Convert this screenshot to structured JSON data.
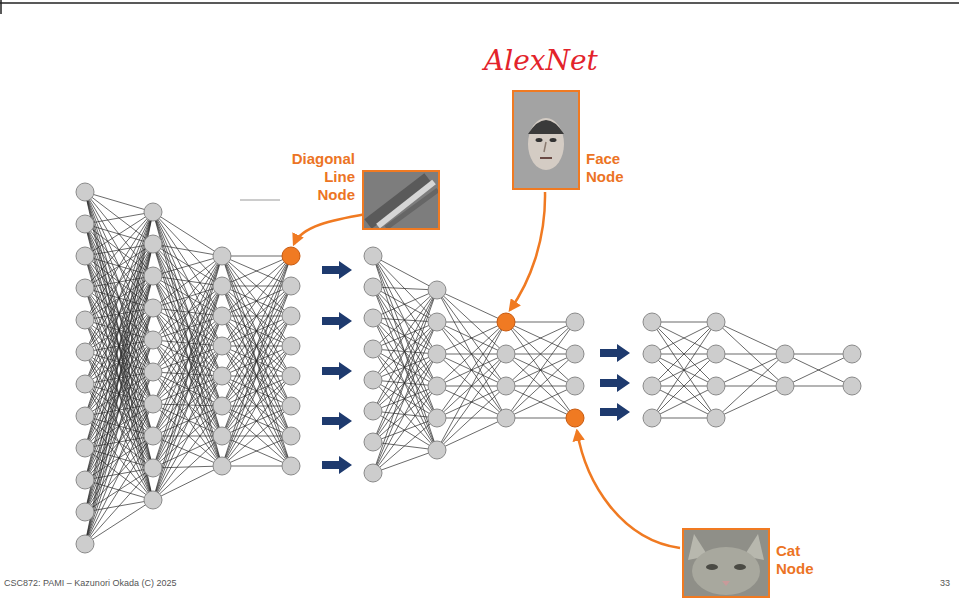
{
  "diagram": {
    "title": "AlexNet",
    "nodes": [
      {
        "text": [
          "Diagonal Line Node"
        ]
      },
      {
        "text": [
          "Face Node"
        ]
      },
      {
        "text": [
          "Cat Node"
        ]
      }
    ],
    "labels": [
      "CSC872: PAMI – Kazunori Okada (C) 2025",
      "33"
    ]
  }
}
